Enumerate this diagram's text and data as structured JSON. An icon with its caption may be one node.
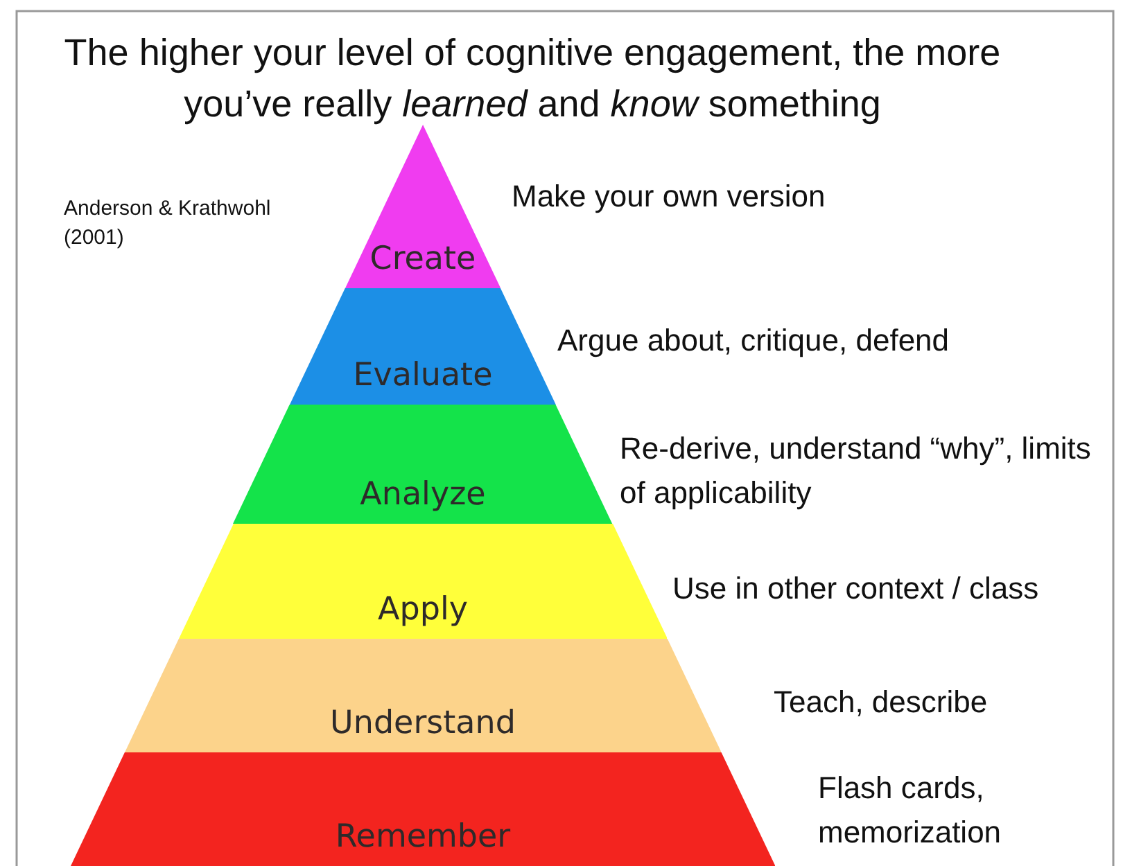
{
  "diagram": {
    "title": "The higher your level of cognitive engagement, the more you’ve really *learned* and *know* something",
    "nodes": [
      {
        "text": [
          "Create"
        ],
        "beside": [
          "Make your own version"
        ]
      },
      {
        "text": [
          "Evaluate"
        ],
        "beside": [
          "Argue about, critique, defend"
        ]
      },
      {
        "text": [
          "Analyze"
        ],
        "beside": [
          "Re-derive, understand “why”, limits of applicability"
        ]
      },
      {
        "text": [
          "Apply"
        ],
        "beside": [
          "Use in other context / class"
        ]
      },
      {
        "text": [
          "Understand"
        ],
        "beside": [
          "Teach, describe"
        ]
      },
      {
        "text": [
          "Remember"
        ],
        "beside": [
          "Flash cards, memorization"
        ]
      }
    ],
    "labels": [
      "Anderson & Krathwohl (2001)"
    ]
  }
}
